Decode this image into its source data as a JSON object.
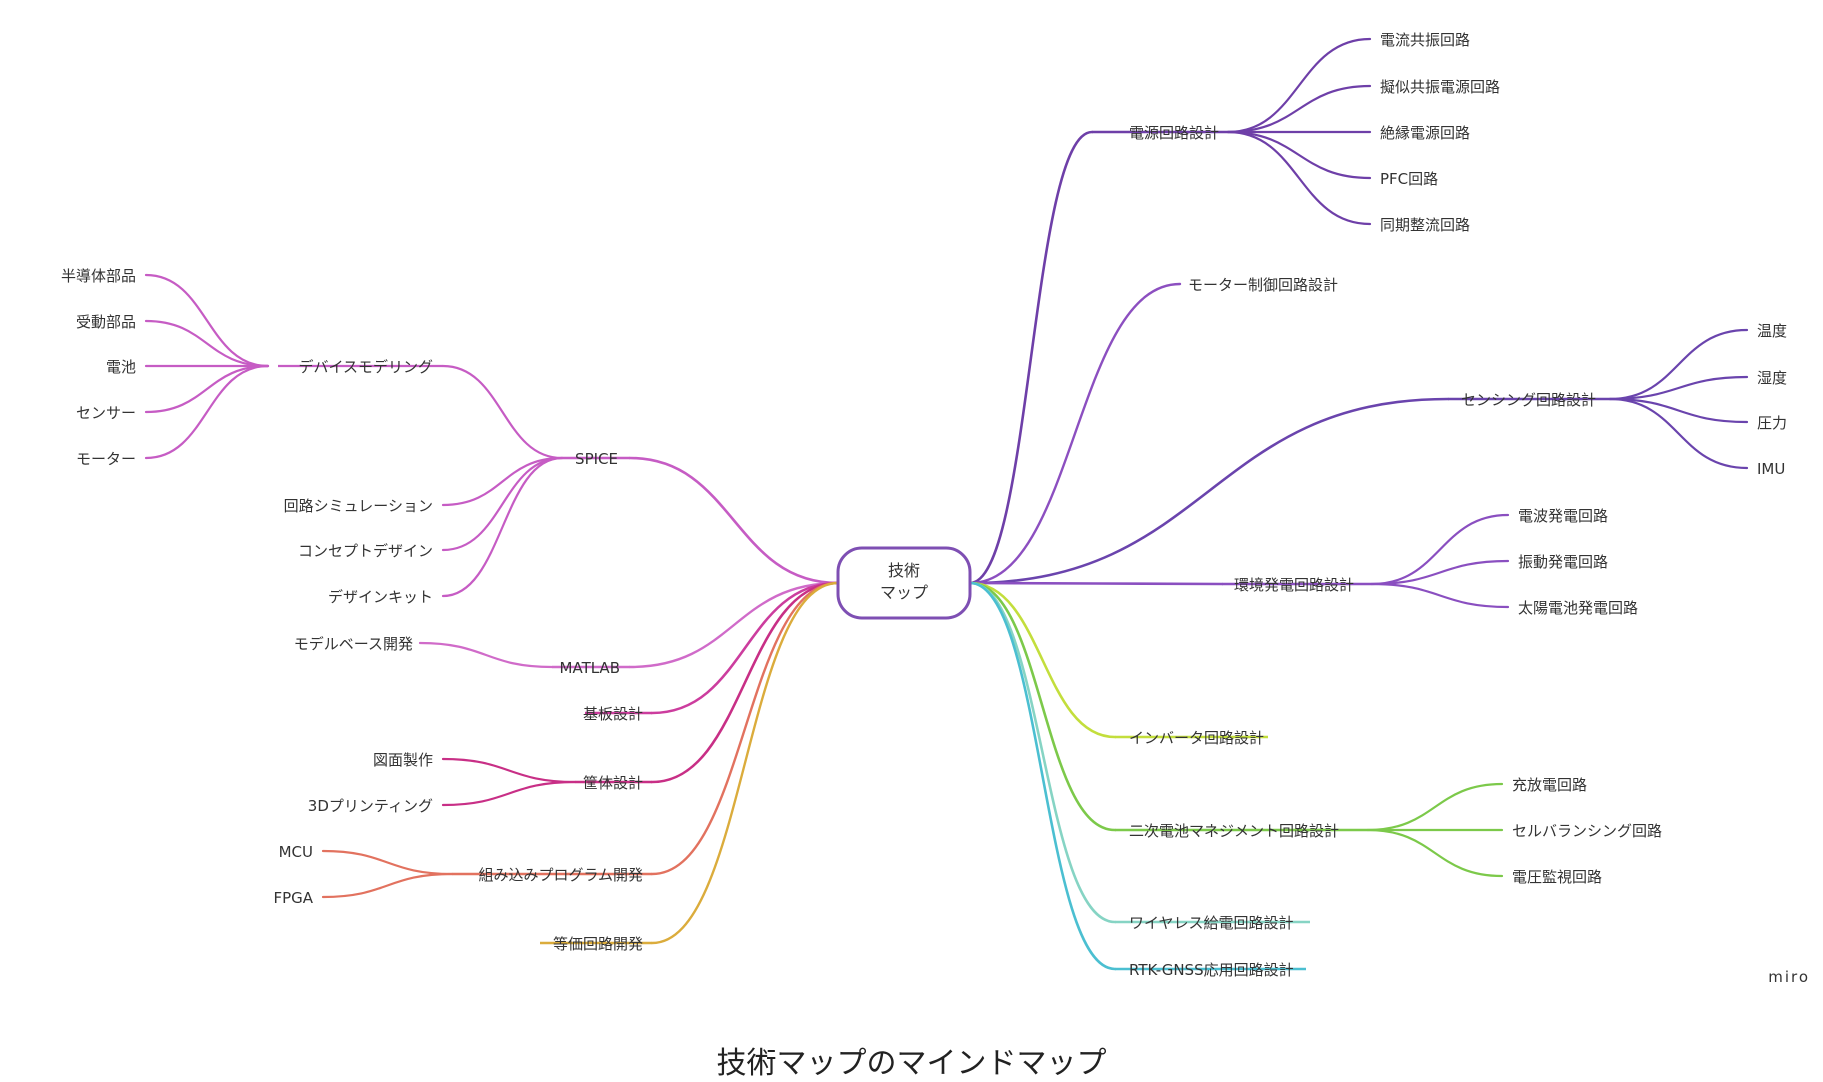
{
  "root": {
    "line1": "技術",
    "line2": "マップ",
    "color": "#7e4fb3"
  },
  "nodes": {
    "dev_modeling": "デバイスモデリング",
    "semiconductor": "半導体部品",
    "passive": "受動部品",
    "battery": "電池",
    "sensor": "センサー",
    "motor": "モーター",
    "spice": "SPICE",
    "circuit_sim": "回路シミュレーション",
    "concept_design": "コンセプトデザイン",
    "design_kit": "デザインキット",
    "model_based": "モデルベース開発",
    "matlab": "MATLAB",
    "pcb": "基板設計",
    "drawing": "図面製作",
    "printing3d": "3Dプリンティング",
    "enclosure": "筐体設計",
    "mcu": "MCU",
    "fpga": "FPGA",
    "embedded": "組み込みプログラム開発",
    "equivalent": "等価回路開発",
    "power_circuit": "電源回路設計",
    "current_res": "電流共振回路",
    "quasi_res": "擬似共振電源回路",
    "isolated": "絶縁電源回路",
    "pfc": "PFC回路",
    "sync_rect": "同期整流回路",
    "motor_ctrl": "モーター制御回路設計",
    "sensing": "センシング回路設計",
    "temp": "温度",
    "humidity": "湿度",
    "pressure": "圧力",
    "imu": "IMU",
    "harvest": "環境発電回路設計",
    "rf_harvest": "電波発電回路",
    "vib_harvest": "振動発電回路",
    "solar_harvest": "太陽電池発電回路",
    "inverter": "インバータ回路設計",
    "bms": "二次電池マネジメント回路設計",
    "charge": "充放電回路",
    "balancing": "セルバランシング回路",
    "voltage_mon": "電圧監視回路",
    "wireless": "ワイヤレス給電回路設計",
    "rtk": "RTK-GNSS応用回路設計"
  },
  "branch_colors": {
    "spice": "#c65cc4",
    "matlab": "#d06bc9",
    "pcb": "#cc3d9e",
    "enclosure": "#c82f86",
    "embedded": "#e2725f",
    "equivalent": "#dbac3c",
    "power": "#6e3fa8",
    "motor_ctrl": "#8c4fc0",
    "sensing": "#6a44ad",
    "harvest": "#8a4fc0",
    "inverter": "#c3de3c",
    "bms": "#7cc94a",
    "wireless": "#86d4c4",
    "rtk": "#4bbfd1"
  },
  "watermark": "miro",
  "caption": "技術マップのマインドマップ"
}
